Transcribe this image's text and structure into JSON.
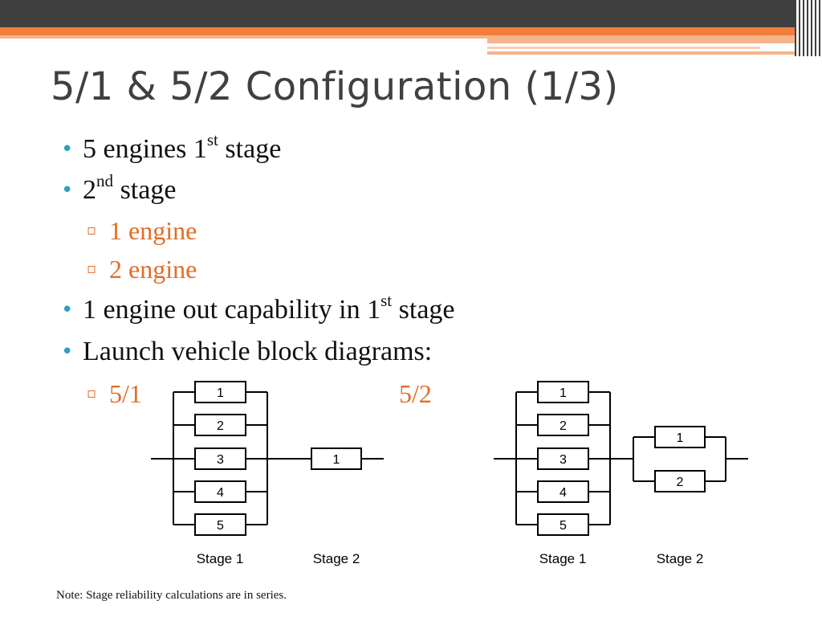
{
  "slide": {
    "title": "5/1 & 5/2 Configuration (1/3)",
    "colors": {
      "accent": "#f07f3c",
      "bullet": "#2e9fbd",
      "sub_text": "#e36c26",
      "header_dark": "#3f3f3f"
    }
  },
  "bullets": {
    "b1": {
      "text": "5 engines 1",
      "sup": "st",
      "tail": " stage"
    },
    "b2": {
      "text": "2",
      "sup": "nd",
      "tail": " stage"
    },
    "b2_sub": [
      "1 engine",
      "2 engine"
    ],
    "b3": {
      "text": "1 engine out capability in 1",
      "sup": "st",
      "tail": " stage"
    },
    "b4": {
      "text": "Launch vehicle block diagrams:"
    },
    "b4_sub": [
      "5/1",
      "5/2"
    ]
  },
  "diagram_51": {
    "stage1_blocks": [
      "1",
      "2",
      "3",
      "4",
      "5"
    ],
    "stage2_blocks": [
      "1"
    ],
    "stage1_label": "Stage 1",
    "stage2_label": "Stage 2"
  },
  "diagram_52": {
    "stage1_blocks": [
      "1",
      "2",
      "3",
      "4",
      "5"
    ],
    "stage2_blocks": [
      "1",
      "2"
    ],
    "stage1_label": "Stage 1",
    "stage2_label": "Stage 2"
  },
  "note": "Note: Stage reliability calculations are in series."
}
